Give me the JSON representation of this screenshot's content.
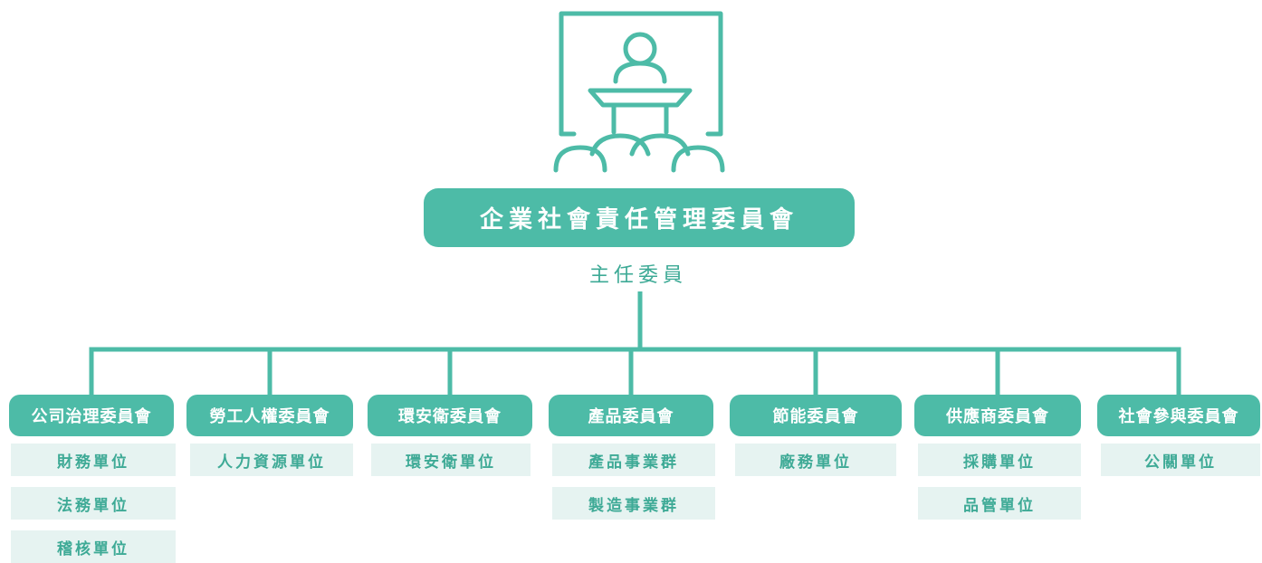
{
  "root": {
    "title": "企業社會責任管理委員會",
    "subtitle": "主任委員"
  },
  "colors": {
    "accent": "#4dbba7",
    "text_accent": "#3eaa96",
    "unit_bg": "#e6f3f1"
  },
  "icon": "presentation-audience-icon",
  "committees": [
    {
      "name": "公司治理委員會",
      "units": [
        "財務單位",
        "法務單位",
        "稽核單位"
      ]
    },
    {
      "name": "勞工人權委員會",
      "units": [
        "人力資源單位"
      ]
    },
    {
      "name": "環安衛委員會",
      "units": [
        "環安衛單位"
      ]
    },
    {
      "name": "產品委員會",
      "units": [
        "產品事業群",
        "製造事業群"
      ]
    },
    {
      "name": "節能委員會",
      "units": [
        "廠務單位"
      ]
    },
    {
      "name": "供應商委員會",
      "units": [
        "採購單位",
        "品管單位"
      ]
    },
    {
      "name": "社會參與委員會",
      "units": [
        "公關單位"
      ]
    }
  ]
}
